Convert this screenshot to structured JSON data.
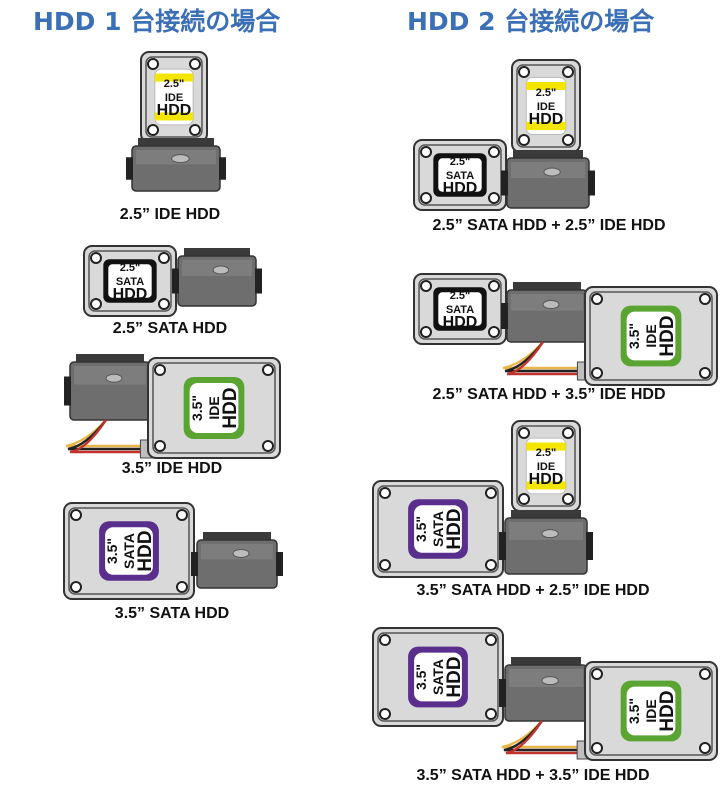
{
  "titles": {
    "left": "HDD 1 台接続の場合",
    "right": "HDD 2 台接続の場合"
  },
  "colors": {
    "title": "#3b6fb6",
    "ide_25_label": "#f4e600",
    "sata_25_label": "#111111",
    "ide_35_label": "#5aa532",
    "sata_35_label": "#5a2e8c",
    "adapter": "#6e6e6e"
  },
  "drive_labels": {
    "ide_25": [
      "2.5\"",
      "IDE",
      "HDD"
    ],
    "sata_25": [
      "2.5\"",
      "SATA",
      "HDD"
    ],
    "ide_35": [
      "3.5\"",
      "IDE",
      "HDD"
    ],
    "sata_35": [
      "3.5\"",
      "SATA",
      "HDD"
    ]
  },
  "left_configs": [
    {
      "caption": "2.5”  IDE HDD"
    },
    {
      "caption": "2.5”  SATA HDD"
    },
    {
      "caption": "3.5”  IDE HDD"
    },
    {
      "caption": "3.5”  SATA HDD"
    }
  ],
  "right_configs": [
    {
      "caption": "2.5”  SATA HDD + 2.5”  IDE HDD"
    },
    {
      "caption": "2.5”  SATA HDD + 3.5”  IDE HDD"
    },
    {
      "caption": "3.5”  SATA HDD + 2.5”  IDE HDD"
    },
    {
      "caption": "3.5”  SATA HDD + 3.5”  IDE HDD"
    }
  ]
}
